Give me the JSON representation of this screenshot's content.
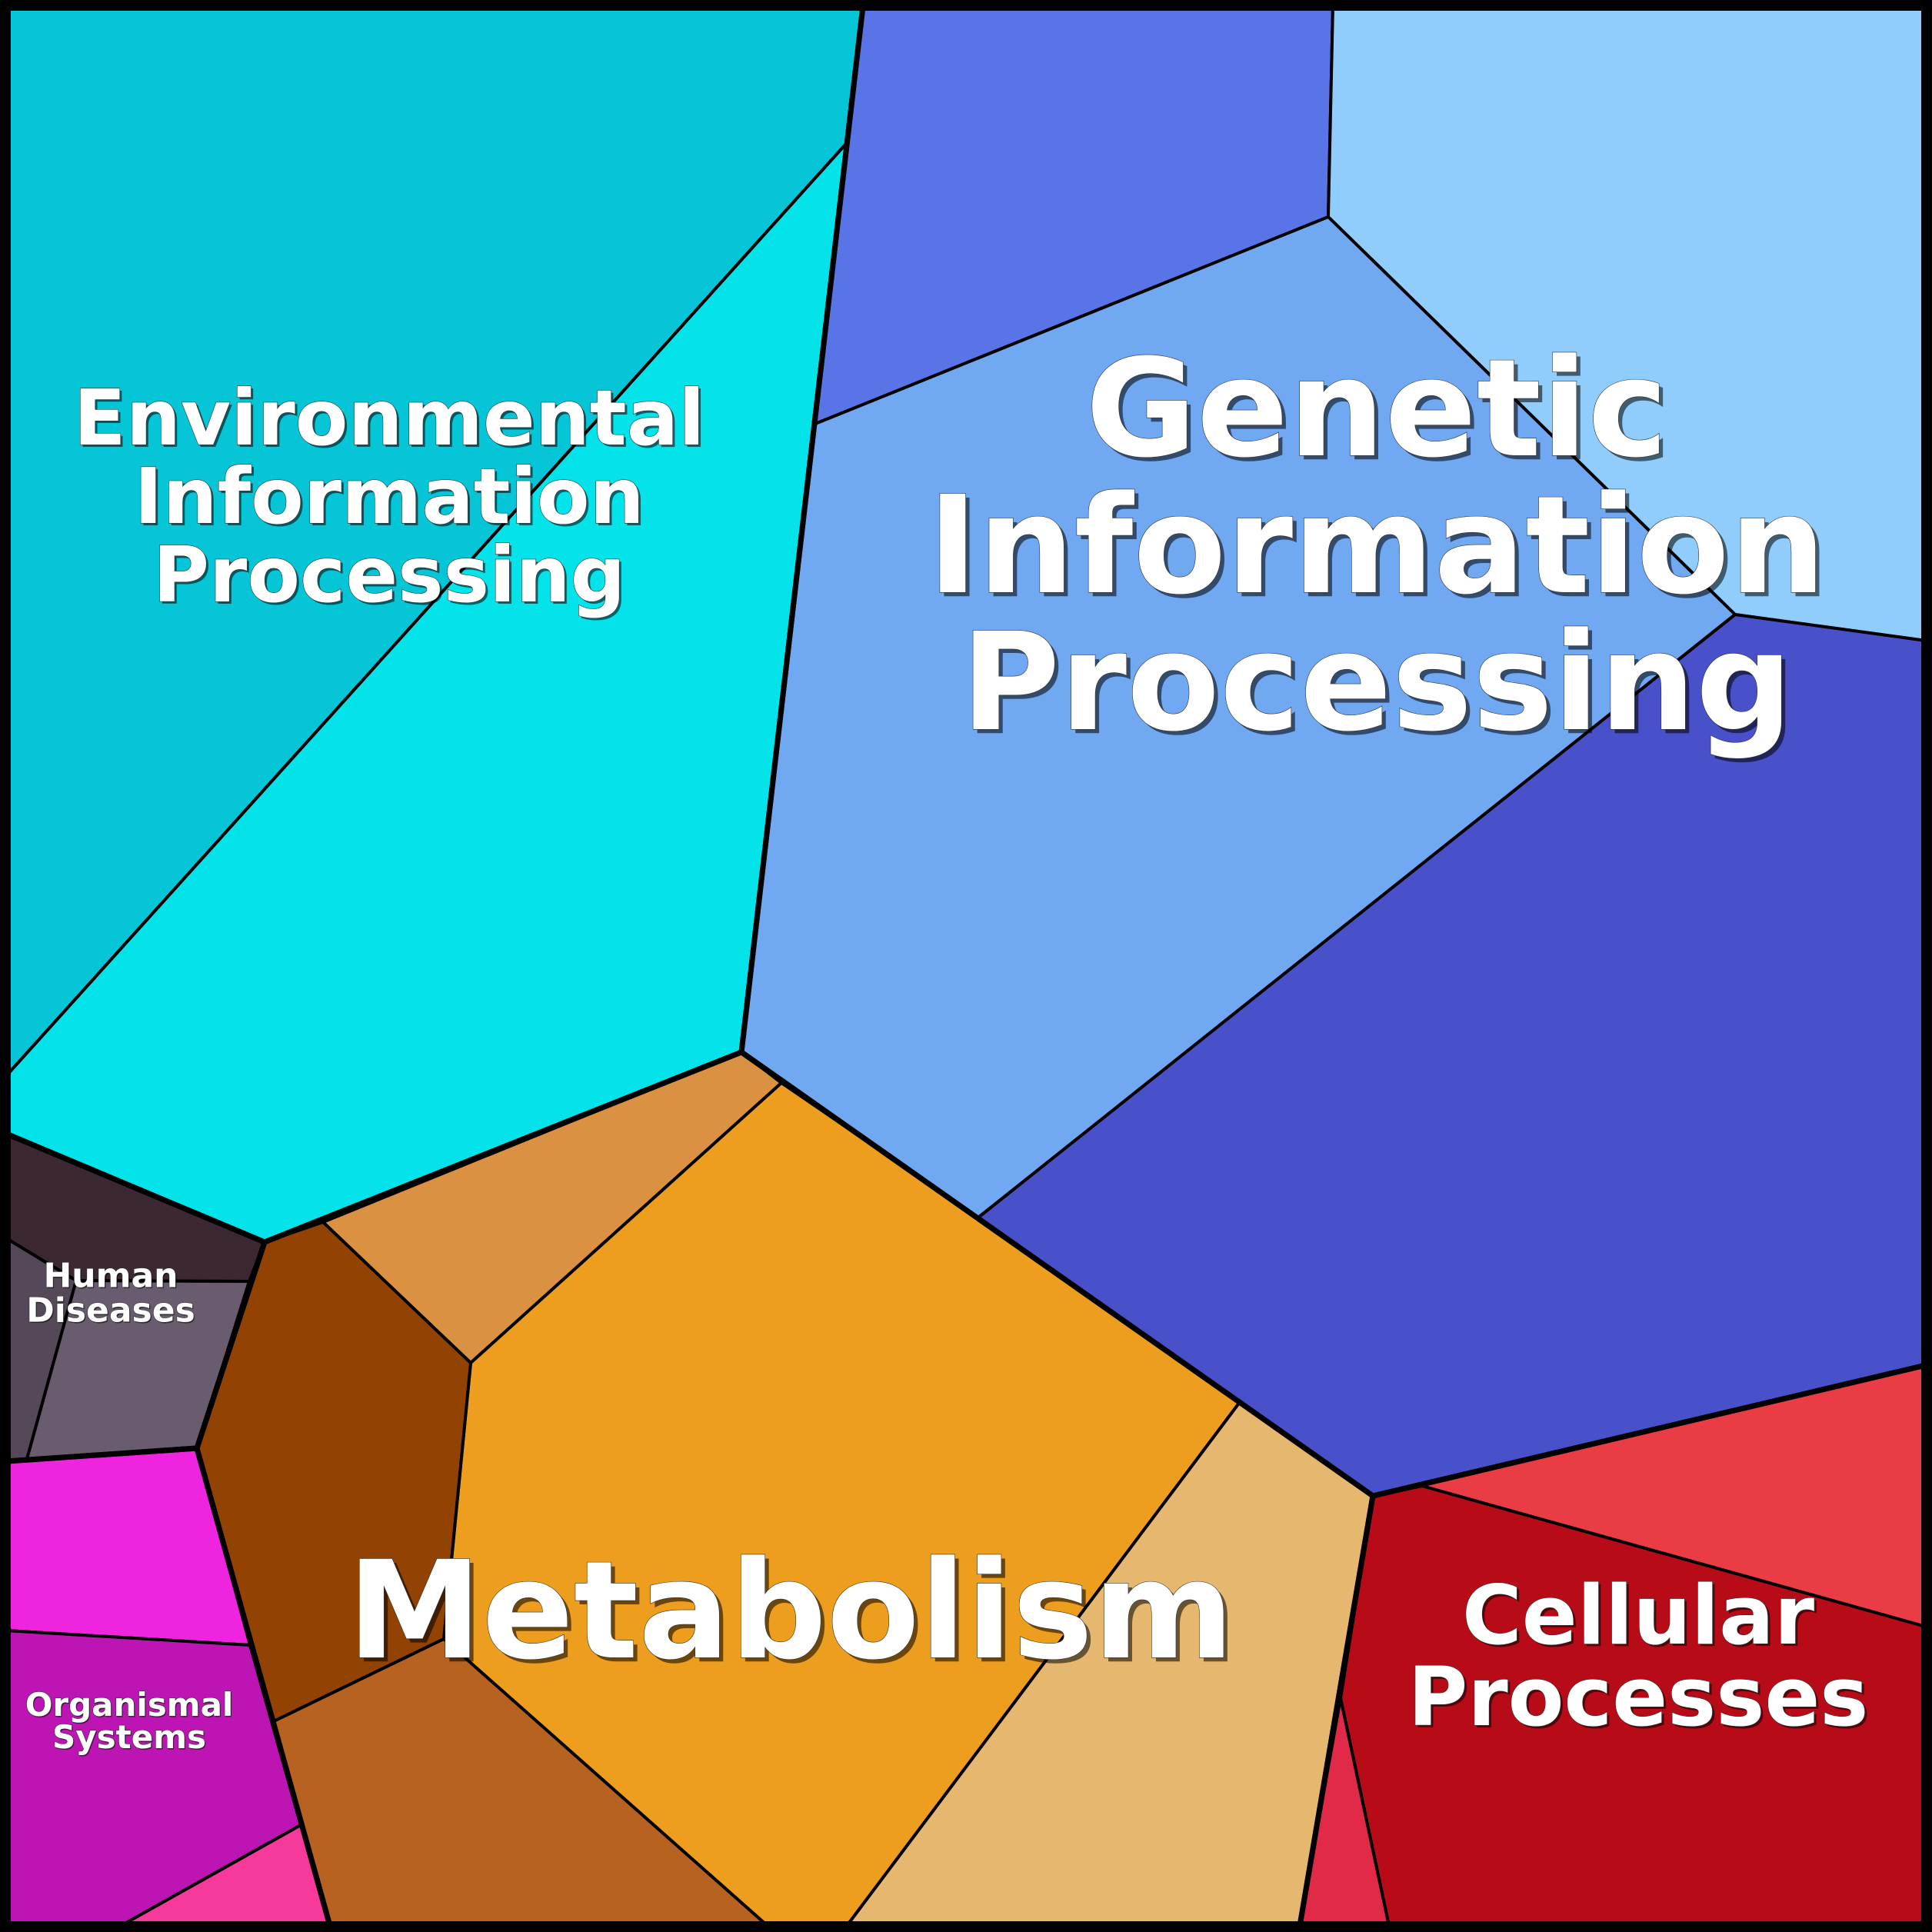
{
  "chart_data": {
    "type": "voronoi-treemap",
    "title": "",
    "groups": [
      {
        "name": "Environmental Information Processing",
        "label_lines": [
          "Environmental",
          "Information",
          "Processing"
        ],
        "cells": [
          {
            "id": "env-1",
            "color": "#06C5D6"
          },
          {
            "id": "env-2",
            "color": "#05E3EA"
          }
        ]
      },
      {
        "name": "Genetic Information Processing",
        "label_lines": [
          "Genetic",
          "Information",
          "Processing"
        ],
        "cells": [
          {
            "id": "gen-1",
            "color": "#5874E6"
          },
          {
            "id": "gen-2",
            "color": "#90CDFC"
          },
          {
            "id": "gen-3",
            "color": "#70A8F2"
          },
          {
            "id": "gen-4",
            "color": "#4851CA"
          }
        ]
      },
      {
        "name": "Metabolism",
        "label_lines": [
          "Metabolism"
        ],
        "cells": [
          {
            "id": "met-1",
            "color": "#DA9142"
          },
          {
            "id": "met-2",
            "color": "#EE9E1E"
          },
          {
            "id": "met-3",
            "color": "#924304"
          },
          {
            "id": "met-4",
            "color": "#B86222"
          },
          {
            "id": "met-5",
            "color": "#E6B76E"
          }
        ]
      },
      {
        "name": "Cellular Processes",
        "label_lines": [
          "Cellular",
          "Processes"
        ],
        "cells": [
          {
            "id": "cel-1",
            "color": "#EA3C45"
          },
          {
            "id": "cel-2",
            "color": "#B70C17"
          },
          {
            "id": "cel-3",
            "color": "#E02A48"
          }
        ]
      },
      {
        "name": "Human Diseases",
        "label_lines": [
          "Human",
          "Diseases"
        ],
        "cells": [
          {
            "id": "hum-1",
            "color": "#3C2832"
          },
          {
            "id": "hum-2",
            "color": "#544859"
          },
          {
            "id": "hum-3",
            "color": "#695C6E"
          }
        ]
      },
      {
        "name": "Organismal Systems",
        "label_lines": [
          "Organismal",
          "Systems"
        ],
        "cells": [
          {
            "id": "org-1",
            "color": "#EE24DE"
          },
          {
            "id": "org-2",
            "color": "#BD15B3"
          },
          {
            "id": "org-3",
            "color": "#F63A9C"
          }
        ]
      }
    ]
  }
}
